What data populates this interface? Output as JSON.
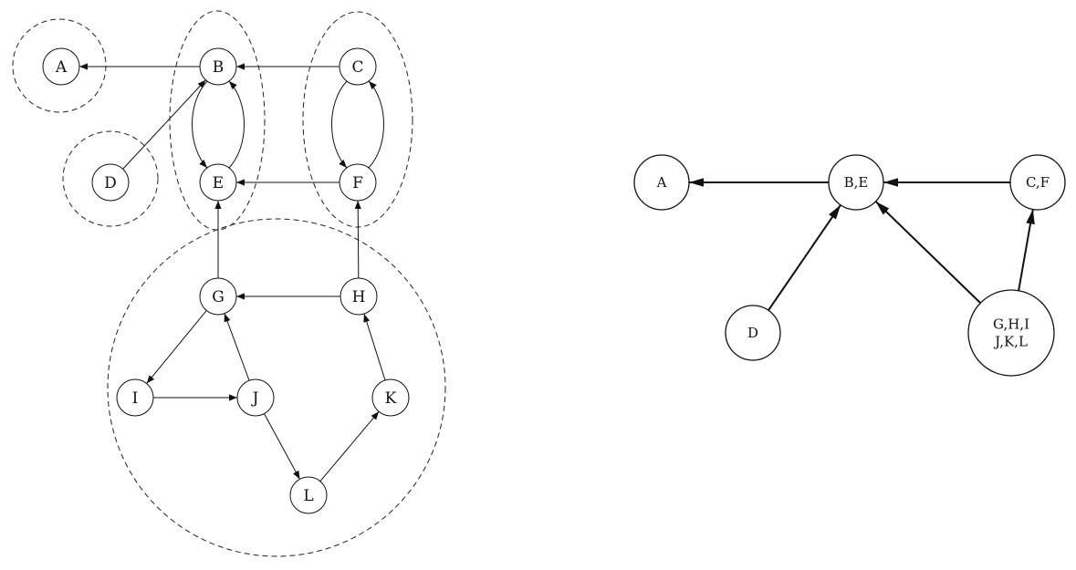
{
  "left_graph": {
    "nodes": [
      "A",
      "B",
      "C",
      "D",
      "E",
      "F",
      "G",
      "H",
      "I",
      "J",
      "K",
      "L"
    ],
    "edges": [
      [
        "B",
        "A"
      ],
      [
        "C",
        "B"
      ],
      [
        "D",
        "B"
      ],
      [
        "B",
        "E"
      ],
      [
        "E",
        "B"
      ],
      [
        "C",
        "F"
      ],
      [
        "F",
        "C"
      ],
      [
        "F",
        "E"
      ],
      [
        "G",
        "E"
      ],
      [
        "H",
        "F"
      ],
      [
        "H",
        "G"
      ],
      [
        "G",
        "I"
      ],
      [
        "I",
        "J"
      ],
      [
        "J",
        "G"
      ],
      [
        "J",
        "L"
      ],
      [
        "L",
        "K"
      ],
      [
        "K",
        "H"
      ]
    ],
    "components": [
      [
        "A"
      ],
      [
        "D"
      ],
      [
        "B",
        "E"
      ],
      [
        "C",
        "F"
      ],
      [
        "G",
        "H",
        "I",
        "J",
        "K",
        "L"
      ]
    ]
  },
  "right_graph": {
    "nodes": [
      {
        "id": "A",
        "lines": [
          "A"
        ]
      },
      {
        "id": "BE",
        "lines": [
          "B,E"
        ]
      },
      {
        "id": "CF",
        "lines": [
          "C,F"
        ]
      },
      {
        "id": "D",
        "lines": [
          "D"
        ]
      },
      {
        "id": "GHIJKL",
        "lines": [
          "G,H,I",
          "J,K,L"
        ]
      }
    ],
    "edges": [
      [
        "BE",
        "A"
      ],
      [
        "CF",
        "BE"
      ],
      [
        "D",
        "BE"
      ],
      [
        "GHIJKL",
        "BE"
      ],
      [
        "GHIJKL",
        "CF"
      ]
    ]
  }
}
